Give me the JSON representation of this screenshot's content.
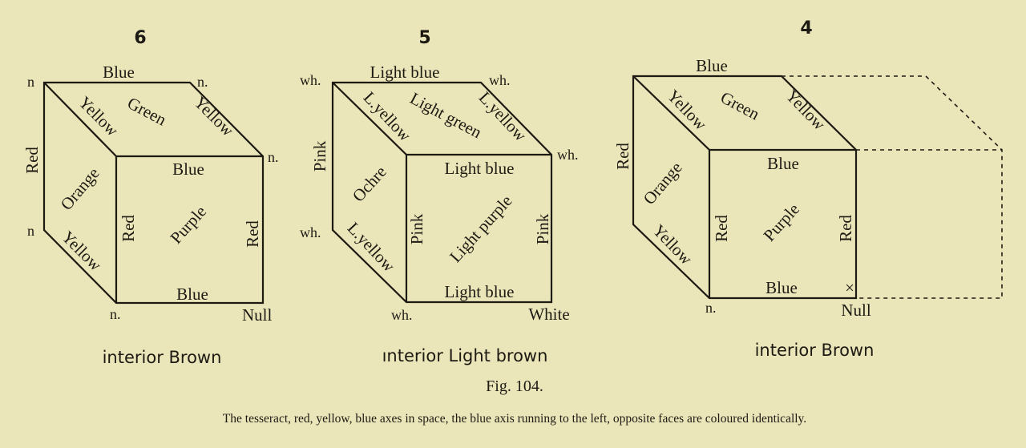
{
  "figures": [
    {
      "number": "6",
      "interior": "interior  Brown",
      "corners": {
        "top_left": "n",
        "top_right": "n.",
        "right": "n.",
        "left": "n",
        "bottom": "n.",
        "bottom_right": "Null"
      },
      "edges": {
        "top": "Blue",
        "top_left_diag": "Yellow",
        "top_right_diag": "Yellow",
        "left": "Red",
        "bottom_left_diag": "Yellow",
        "front_top": "Blue",
        "front_left": "Red",
        "front_right": "Red",
        "front_bottom": "Blue"
      },
      "faces": {
        "top": "Green",
        "side": "Orange",
        "front": "Purple"
      }
    },
    {
      "number": "5",
      "interior": "ınterior  Light brown",
      "corners": {
        "top_left": "wh.",
        "top_right": "wh.",
        "right": "wh.",
        "left": "wh.",
        "bottom": "wh.",
        "bottom_right": "White"
      },
      "edges": {
        "top": "Light blue",
        "top_left_diag": "L.yellow",
        "top_right_diag": "L.yellow",
        "left": "Pink",
        "bottom_left_diag": "L.yellow",
        "front_top": "Light blue",
        "front_left": "Pink",
        "front_right": "Pink",
        "front_bottom": "Light blue"
      },
      "faces": {
        "top": "Light green",
        "side": "Ochre",
        "front": "Light purple"
      }
    },
    {
      "number": "4",
      "interior": "interior  Brown",
      "corners": {
        "bottom": "n.",
        "bottom_right": "Null",
        "x_mark": "×"
      },
      "edges": {
        "top": "Blue",
        "top_left_diag": "Yellow",
        "top_right_diag": "Yellow",
        "left": "Red",
        "bottom_left_diag": "Yellow",
        "front_top": "Blue",
        "front_left": "Red",
        "front_right": "Red",
        "front_bottom": "Blue"
      },
      "faces": {
        "top": "Green",
        "side": "Orange",
        "front": "Purple"
      }
    }
  ],
  "figure_label": "Fig. 104.",
  "caption": "The tesseract, red, yellow, blue axes in space, the blue axis running to the left, opposite faces are coloured identically."
}
